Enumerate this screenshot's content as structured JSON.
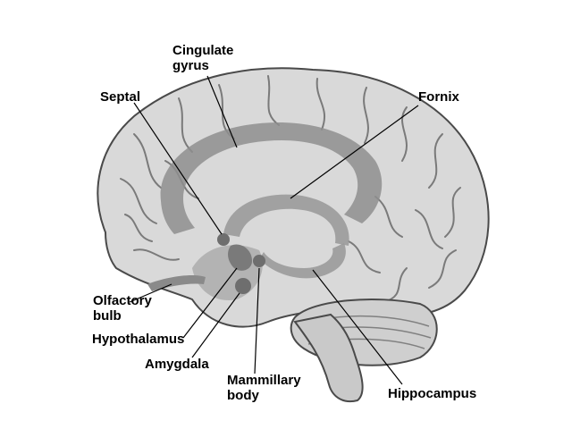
{
  "labels": {
    "cingulate_gyrus": [
      "Cingulate",
      "gyrus"
    ],
    "septal": "Septal",
    "fornix": "Fornix",
    "olfactory_bulb": [
      "Olfactory",
      "bulb"
    ],
    "hypothalamus": "Hypothalamus",
    "amygdala": "Amygdala",
    "mammillary_body": [
      "Mammillary",
      "body"
    ],
    "hippocampus": "Hippocampus"
  },
  "colors": {
    "brain_fill": "#d9d9d9",
    "limbic_fill": "#8e8e8e",
    "outline": "#4a4a4a",
    "leader_line": "#000000"
  }
}
